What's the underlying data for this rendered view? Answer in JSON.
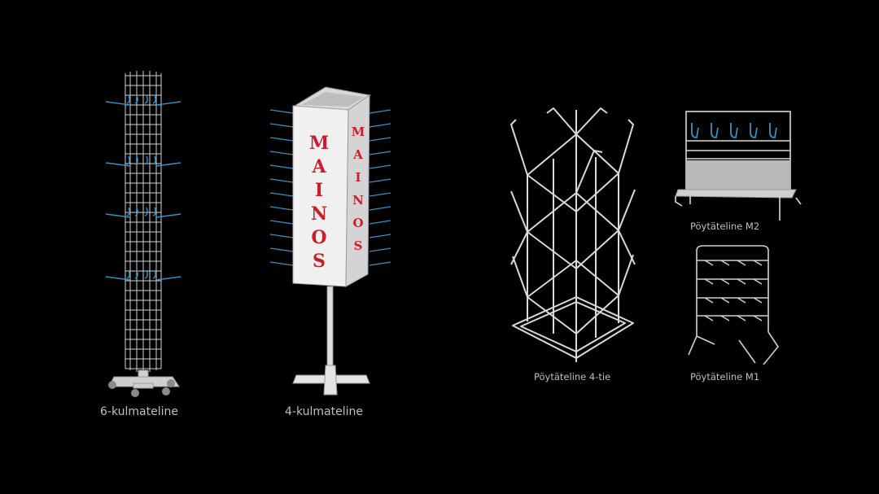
{
  "products": [
    {
      "label": "6-kulmateline"
    },
    {
      "label": "4-kulmateline",
      "sign_text": "MAINOS"
    },
    {
      "label": "Pöytäteline 4-tie"
    },
    {
      "label": "Pöytäteline M2"
    },
    {
      "label": "Pöytäteline M1"
    }
  ],
  "colors": {
    "background": "#000000",
    "wire": "#d9d9d9",
    "hook": "#4a9fd0",
    "sign_text": "#c8202a",
    "caption": "#bfbfbf"
  }
}
